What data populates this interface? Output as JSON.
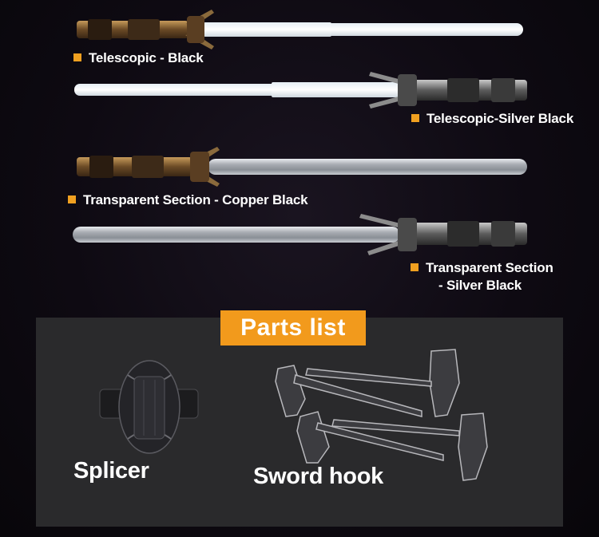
{
  "variants": [
    {
      "label": "Telescopic - Black"
    },
    {
      "label": "Telescopic-Silver Black"
    },
    {
      "label": "Transparent Section - Copper Black"
    },
    {
      "label_line1": "Transparent Section",
      "label_line2": "- Silver Black"
    }
  ],
  "parts": {
    "title": "Parts list",
    "items": [
      {
        "caption": "Splicer"
      },
      {
        "caption": "Sword hook"
      }
    ]
  },
  "colors": {
    "accent": "#f29a1c",
    "bullet": "#f0a020",
    "panel": "#2a2a2c",
    "background": "#0e0a12"
  }
}
